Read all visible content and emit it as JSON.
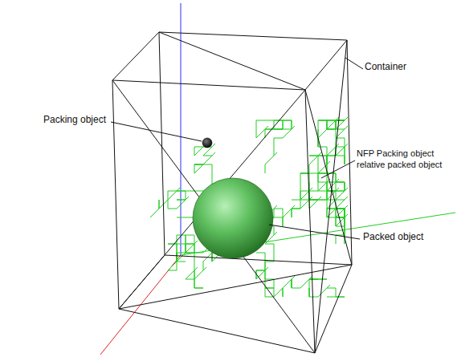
{
  "diagram": {
    "labels": [
      "Container",
      "Packing object",
      "NFP Packing object relative packed object",
      "Packed object"
    ]
  }
}
